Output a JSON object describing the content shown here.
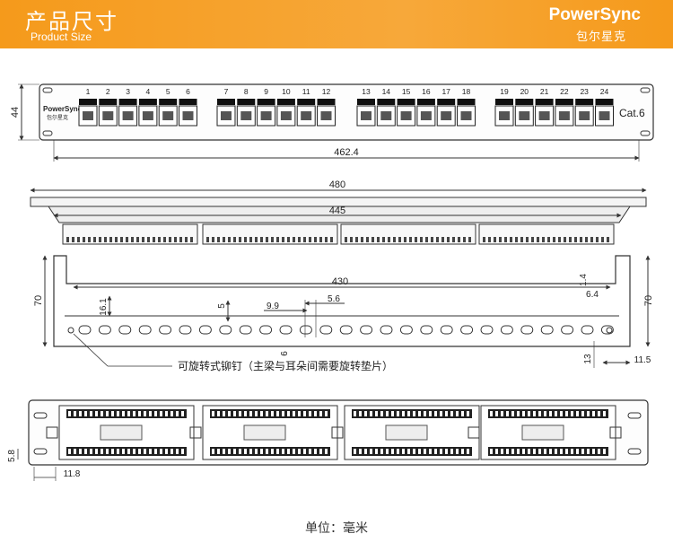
{
  "header": {
    "title_cn": "产品尺寸",
    "title_en": "Product Size",
    "brand": "PowerSync",
    "brand_cn": "包尔星克",
    "accent_color": "#f59a1b"
  },
  "front": {
    "logo": "PowerSync",
    "logo_cn": "包尔星克",
    "cat": "Cat.6",
    "ports": [
      "1",
      "2",
      "3",
      "4",
      "5",
      "6",
      "7",
      "8",
      "9",
      "10",
      "11",
      "12",
      "13",
      "14",
      "15",
      "16",
      "17",
      "18",
      "19",
      "20",
      "21",
      "22",
      "23",
      "24"
    ],
    "dim_height": "44",
    "dim_width": "462.4"
  },
  "top": {
    "dim_outer": "480",
    "dim_inner": "445"
  },
  "side": {
    "dims": {
      "w430": "430",
      "h70": "70",
      "h16_1": "16.1",
      "v5": "5",
      "d9_9": "9.9",
      "d5_6": "5.6",
      "d6": "6",
      "d1_4": "1.4",
      "d6_4": "6.4",
      "d13": "13",
      "d11_5": "11.5"
    },
    "callout": "可旋转式铆钉（主梁与耳朵间需要旋转垫片）"
  },
  "rear": {
    "dim_5_8": "5.8",
    "dim_11_8": "11.8"
  },
  "footer": {
    "unit": "单位：毫米"
  }
}
